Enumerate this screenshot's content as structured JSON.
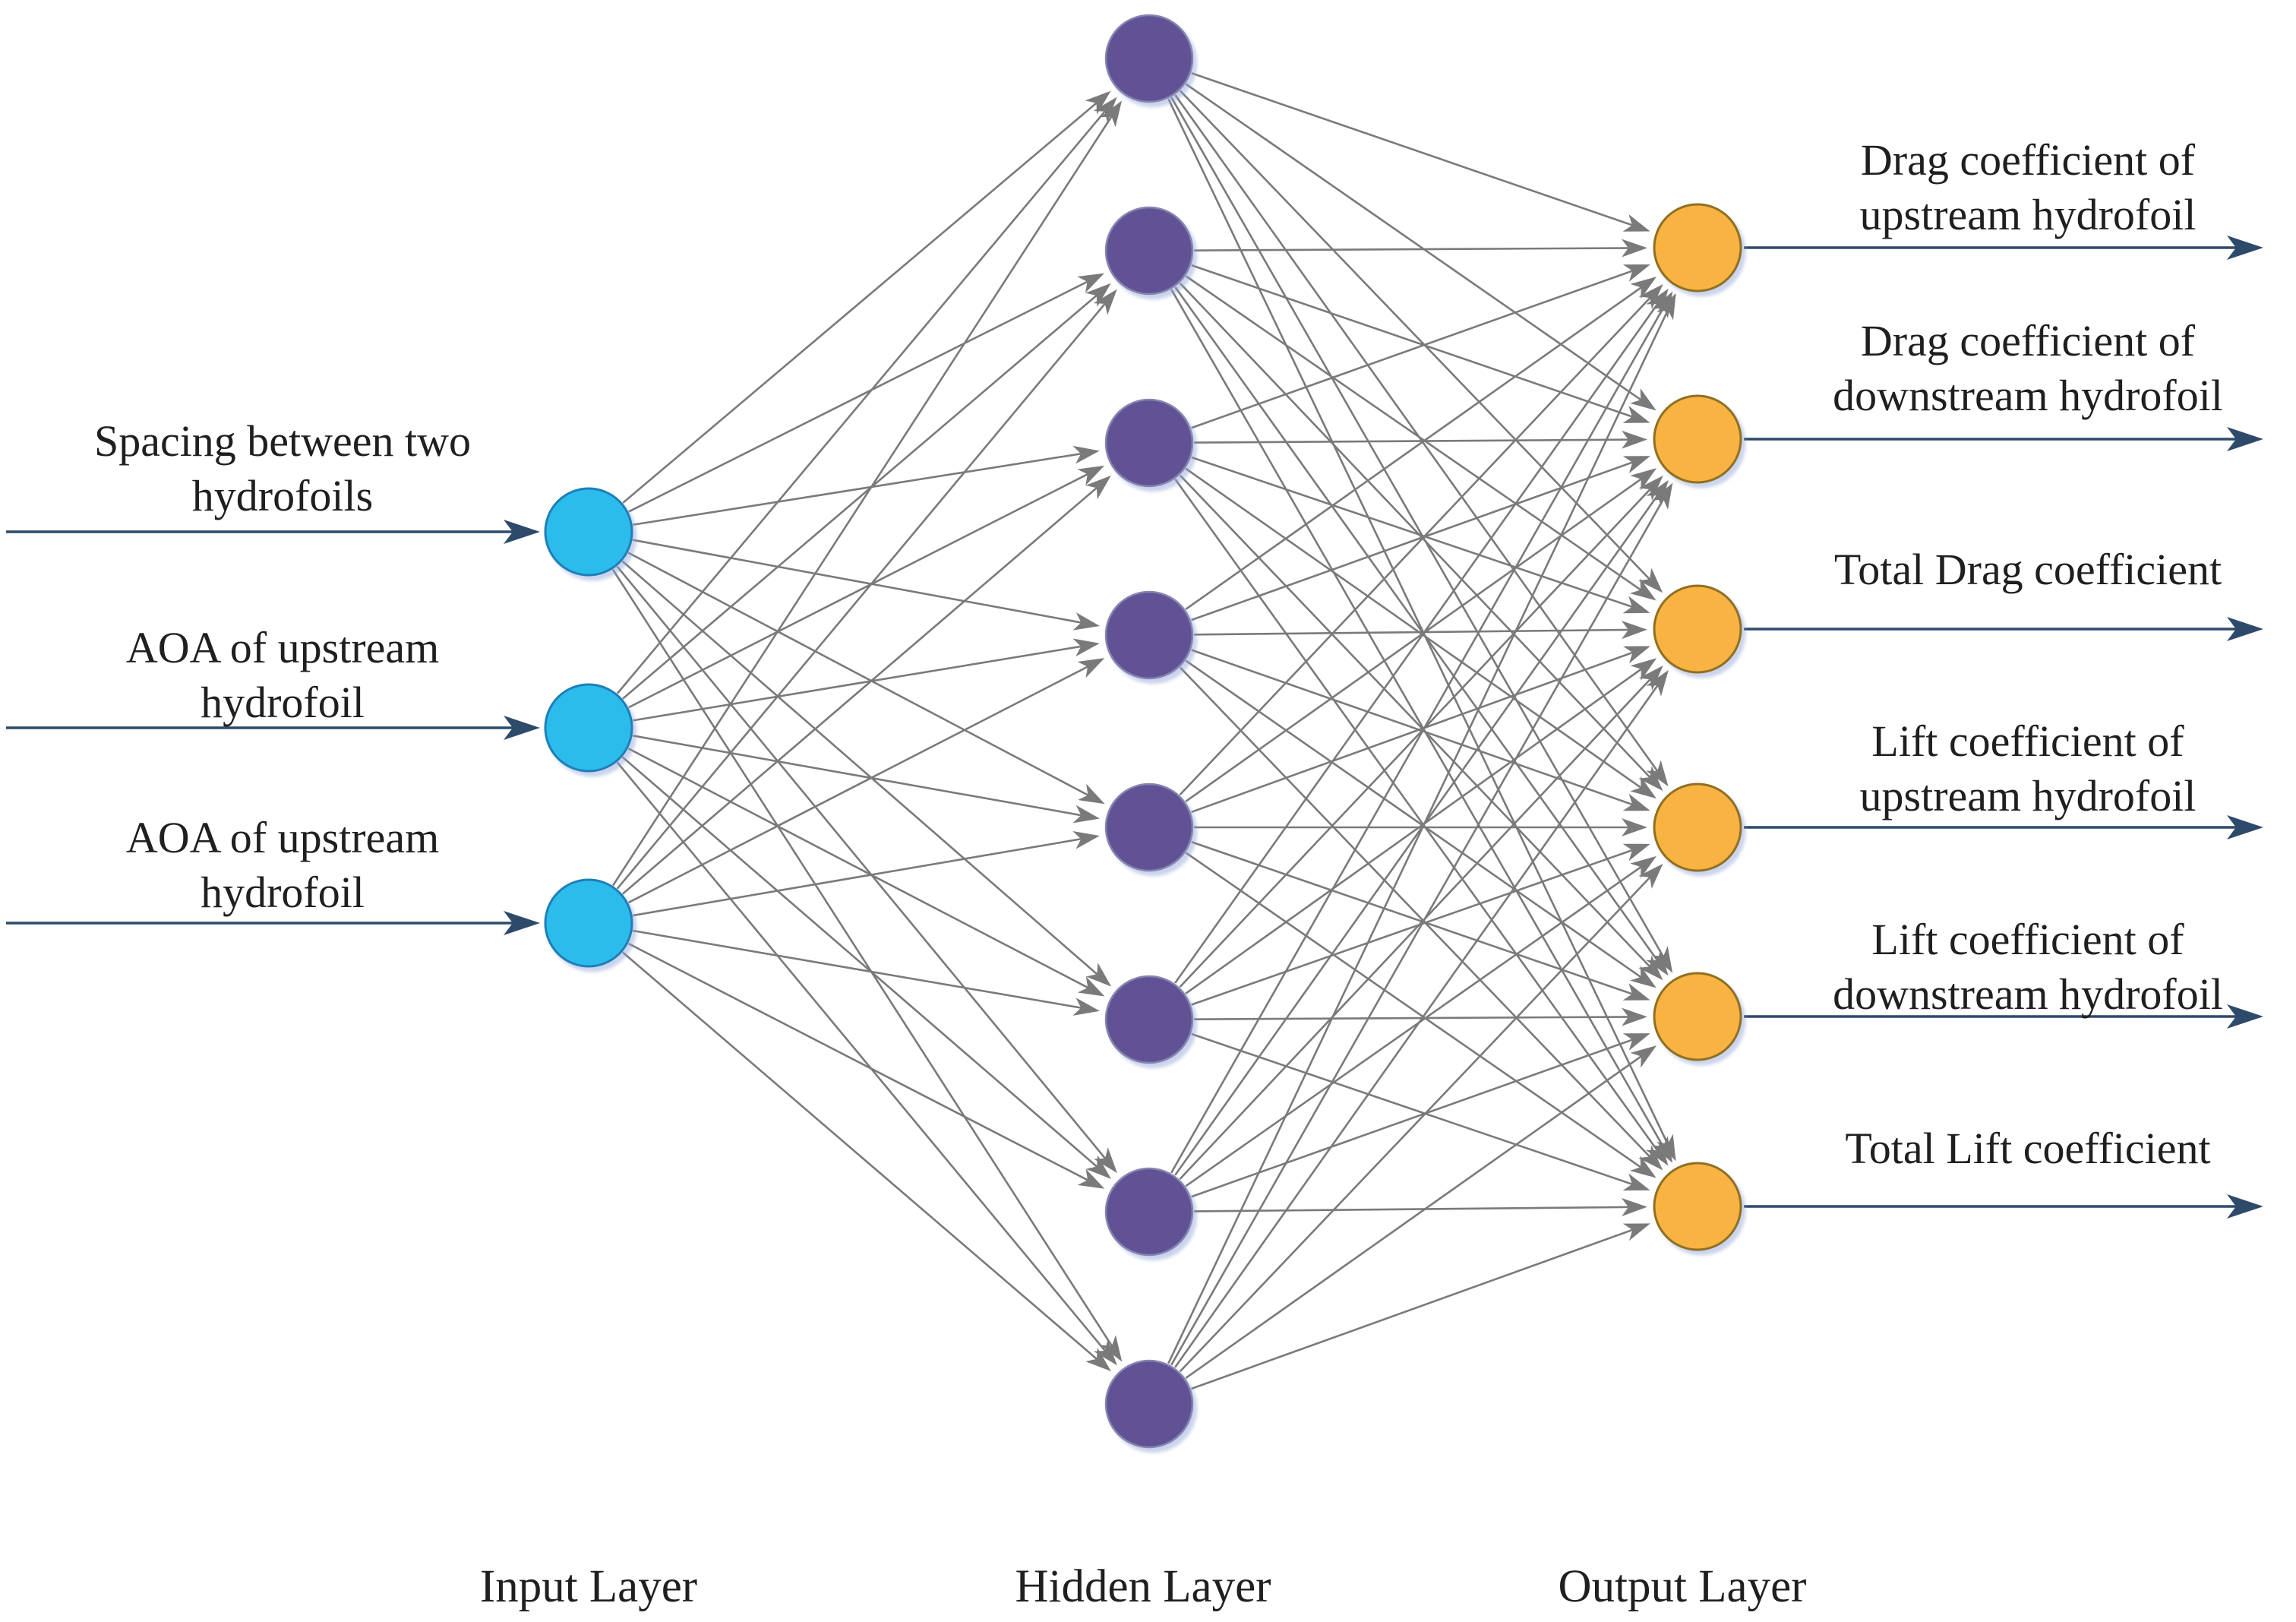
{
  "diagram": {
    "title": "Neural network architecture for tandem hydrofoil coefficients",
    "background": "#ffffff",
    "layers": {
      "input": {
        "caption": "Input Layer",
        "node_count": 3,
        "node_color": "#2CBCEC",
        "node_border": "#1E7FB8"
      },
      "hidden": {
        "caption": "Hidden Layer",
        "node_count": 8,
        "node_color": "#615295",
        "node_border": "#8585AF"
      },
      "output": {
        "caption": "Output Layer",
        "node_count": 6,
        "node_color": "#F9B342",
        "node_border": "#8F7022"
      }
    },
    "inputs": [
      {
        "label_lines": [
          "Spacing between two",
          "hydrofoils"
        ]
      },
      {
        "label_lines": [
          "AOA of upstream",
          "hydrofoil"
        ]
      },
      {
        "label_lines": [
          "AOA of upstream",
          "hydrofoil"
        ]
      }
    ],
    "outputs": [
      {
        "label_lines": [
          "Drag coefficient of",
          "upstream hydrofoil"
        ]
      },
      {
        "label_lines": [
          "Drag coefficient of",
          "downstream hydrofoil"
        ]
      },
      {
        "label_lines": [
          "Total Drag coefficient"
        ]
      },
      {
        "label_lines": [
          "Lift coefficient of",
          "upstream hydrofoil"
        ]
      },
      {
        "label_lines": [
          "Lift coefficient of",
          "downstream hydrofoil"
        ]
      },
      {
        "label_lines": [
          "Total Lift coefficient"
        ]
      }
    ],
    "colors": {
      "edge": "#7a7a7a",
      "io_arrow": "#2E4A6B",
      "text": "#1f1f1f"
    },
    "connectivity": "fully-connected"
  }
}
